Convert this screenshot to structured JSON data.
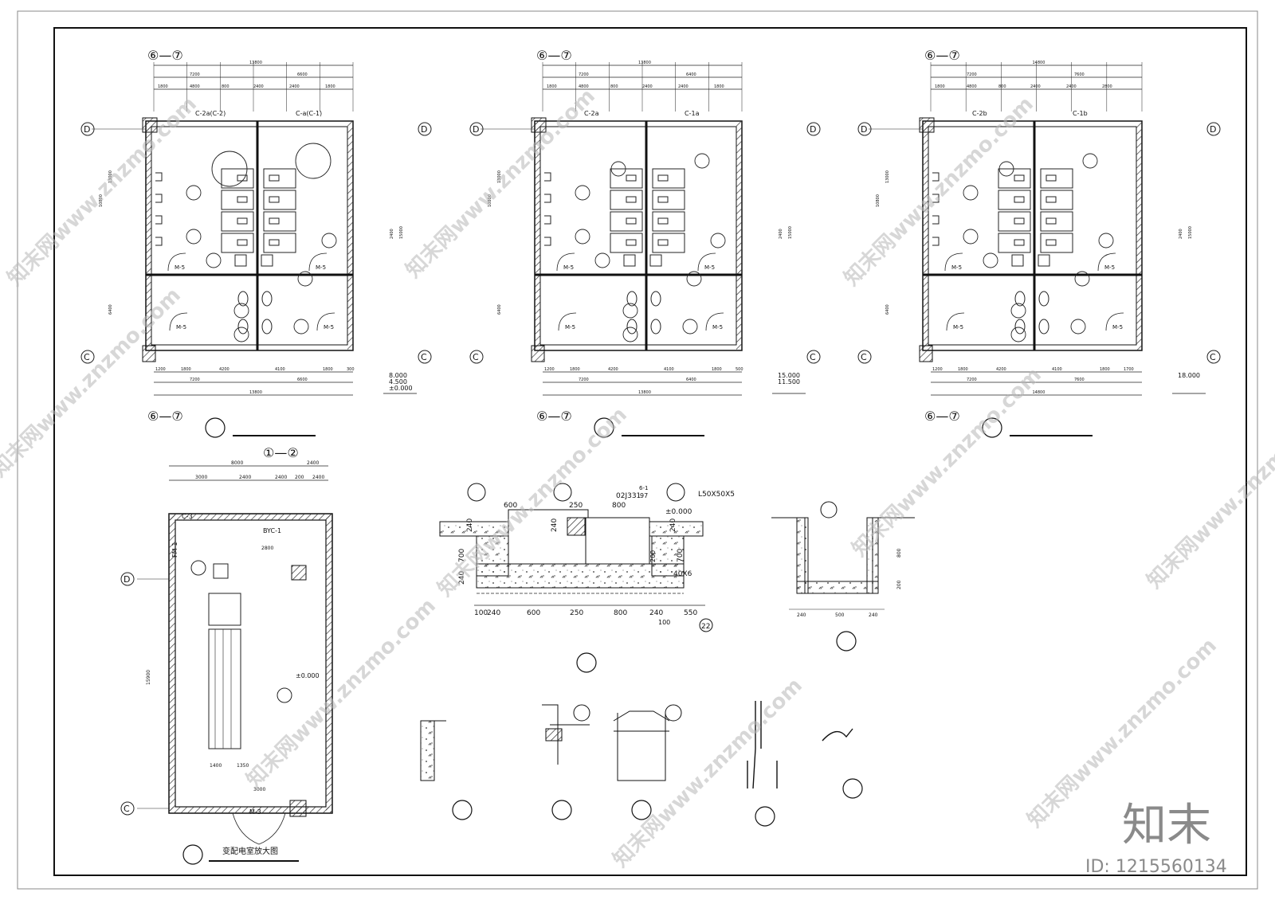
{
  "plans": [
    {
      "axis_top": "⑥—⑦",
      "axis_bottom": "⑥—⑦",
      "total_dim": "13800",
      "left_span": "7200",
      "right_span": "6600",
      "seg_dims": [
        "1800",
        "4800",
        "800",
        "2400",
        "2400",
        "1800"
      ],
      "bot_dims": [
        "1200",
        "1800",
        "4200",
        "4100",
        "1800",
        "300"
      ],
      "window_left": "C-2a(C-2)",
      "window_right": "C-a(C-1)",
      "door_labels": [
        "M-5",
        "M-5",
        "M-5",
        "M-5"
      ],
      "elevations": [
        "8.000",
        "4.500",
        "±0.000"
      ],
      "side_dims": [
        "10800",
        "13000",
        "6400",
        "2400",
        "15000"
      ]
    },
    {
      "axis_top": "⑥—⑦",
      "axis_bottom": "⑥—⑦",
      "total_dim": "13800",
      "left_span": "7200",
      "right_span": "6400",
      "seg_dims": [
        "1800",
        "4800",
        "800",
        "2400",
        "2400",
        "1800"
      ],
      "bot_dims": [
        "1200",
        "1800",
        "4200",
        "4100",
        "1800",
        "500"
      ],
      "window_left": "C-2a",
      "window_right": "C-1a",
      "door_labels": [
        "M-5",
        "M-5",
        "M-5",
        "M-5"
      ],
      "elevations": [
        "15.000",
        "11.500"
      ],
      "side_dims": [
        "10800",
        "13000",
        "6400",
        "2400",
        "15000"
      ]
    },
    {
      "axis_top": "⑥—⑦",
      "axis_bottom": "⑥—⑦",
      "total_dim": "14800",
      "left_span": "7200",
      "right_span": "7600",
      "seg_dims": [
        "1800",
        "4800",
        "800",
        "2400",
        "2400",
        "2800"
      ],
      "bot_dims": [
        "1200",
        "1800",
        "4200",
        "4100",
        "1800",
        "1700"
      ],
      "window_left": "C-2b",
      "window_right": "C-1b",
      "door_labels": [
        "M-5",
        "M-5",
        "M-5",
        "M-5"
      ],
      "elevations": [
        "18.000"
      ],
      "side_dims": [
        "10800",
        "13000",
        "6400",
        "2400",
        "15000"
      ]
    }
  ],
  "axis_D": "D",
  "axis_C": "C",
  "electric_room": {
    "axis_top": "①—②",
    "top_dims": [
      "8000",
      "2400"
    ],
    "sub_dims": [
      "3000",
      "2400",
      "2400",
      "200",
      "2400"
    ],
    "window": "C-3",
    "label_fm": "FM-1",
    "label_byc": "BYC-1",
    "elevation": "±0.000",
    "door": "M-3",
    "dims_inner": [
      "3000",
      "1400",
      "1350",
      "2800"
    ],
    "side_dim": "15900",
    "caption": "变配电室放大图"
  },
  "trench": {
    "top_dims": [
      "600",
      "250",
      "800"
    ],
    "bottom_dims": [
      "100",
      "240",
      "600",
      "250",
      "800",
      "240",
      "550"
    ],
    "extra_dim": "100",
    "ref": "02J331",
    "ref_num": "97",
    "ref_sub": "6-1",
    "steel": "L50X50X5",
    "plate": "40X6",
    "elevation": "±0.000",
    "vert_dims": [
      "240",
      "240",
      "700",
      "240",
      "240",
      "700",
      "200"
    ],
    "axis": "22"
  },
  "pit": {
    "dims": [
      "240",
      "500",
      "240"
    ],
    "vert": [
      "800",
      "200"
    ]
  },
  "brand": {
    "logo": "知末",
    "id": "ID: 1215560134",
    "watermark": "知末网www.znzmo.com",
    "wm_short": "znzmo.com"
  },
  "colors": {
    "line": "#1a1a1a",
    "hatch": "#555555",
    "watermark": "#bdbdbd"
  }
}
